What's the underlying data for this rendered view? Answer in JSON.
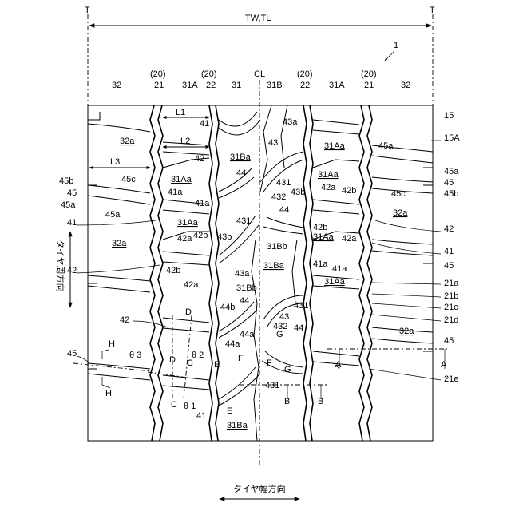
{
  "labels": {
    "T_left": "T",
    "T_right": "T",
    "TW_TL": "TW,TL",
    "ref_1": "1",
    "CL": "CL",
    "p20_a": "(20)",
    "p20_b": "(20)",
    "p20_c": "(20)",
    "p20_d": "(20)",
    "n32_a": "32",
    "n21_a": "21",
    "n31A_a": "31A",
    "n22_a": "22",
    "n31": "31",
    "n31B": "31B",
    "n22_b": "22",
    "n31A_b": "31A",
    "n21_b": "21",
    "n32_b": "32",
    "n15": "15",
    "n15A": "15A",
    "L1": "L1",
    "L2": "L2",
    "L3": "L3",
    "n41_a": "41",
    "n42_a": "42",
    "n32a_a": "32a",
    "n31Ba_top": "31Ba",
    "n31Aa_a": "31Aa",
    "n45c_a": "45c",
    "n41a_a": "41a",
    "n41a_b": "41a",
    "n45b_a": "45b",
    "n45_a": "45",
    "n45a_a": "45a",
    "n41_b": "41",
    "n45a_b": "45a",
    "n31Aa_b": "31Aa",
    "n42a_a": "42a",
    "n42b_a": "42b",
    "n43b_a": "43b",
    "n32a_b": "32a",
    "n44_a": "44",
    "n432_a": "432",
    "n431_a": "431",
    "n43a_a": "43a",
    "n43": "43",
    "n431_b": "431",
    "n43b_b": "43b",
    "n432_b": "432",
    "n31Aa_c": "31Aa",
    "n31Aa_d": "31Aa",
    "n42a_b": "42a",
    "n42b_b": "42b",
    "n45a_c": "45a",
    "n45a_d": "45a",
    "n45_b": "45",
    "n45c_b": "45c",
    "n45b_b": "45b",
    "n32a_c": "32a",
    "n44_b": "44",
    "n42b_c": "42b",
    "n31Aa_e": "31Aa",
    "n42_b": "42",
    "n42a_c": "42a",
    "n41_c": "41",
    "n31Bb_a": "31Bb",
    "n41a_c": "41a",
    "n41a_d": "41a",
    "n45_c": "45",
    "n42_c": "42",
    "n42b_d": "42b",
    "n43a_b": "43a",
    "n31Ba_mid": "31Ba",
    "n31Aa_f": "31Aa",
    "n42a_d": "42a",
    "n31Bb_b": "31Bb",
    "n21a": "21a",
    "n21b": "21b",
    "n21c": "21c",
    "n21d": "21d",
    "n21e": "21e",
    "n44b": "44b",
    "n44_c": "44",
    "n43_b": "43",
    "n431_c": "431",
    "n432_c": "432",
    "n44_d": "44",
    "n42_d": "42",
    "n44a_a": "44a",
    "n44a_b": "44a",
    "n32a_d": "32a",
    "n45_d": "45",
    "n45_e": "45",
    "n431_d": "431",
    "n41_d": "41",
    "n31Ba_bot": "31Ba",
    "D_a": "D",
    "D_b": "D",
    "C_a": "C",
    "C_b": "C",
    "H_a": "H",
    "H_b": "H",
    "E_a": "E",
    "E_b": "E",
    "F_a": "F",
    "F_b": "F",
    "G_a": "G",
    "G_b": "G",
    "A_a": "A",
    "A_b": "A",
    "B_a": "B",
    "B_b": "B",
    "theta1": "θ 1",
    "theta2": "θ 2",
    "theta3": "θ 3",
    "circ_dir": "タイヤ周方向",
    "width_dir": "タイヤ幅方向"
  }
}
